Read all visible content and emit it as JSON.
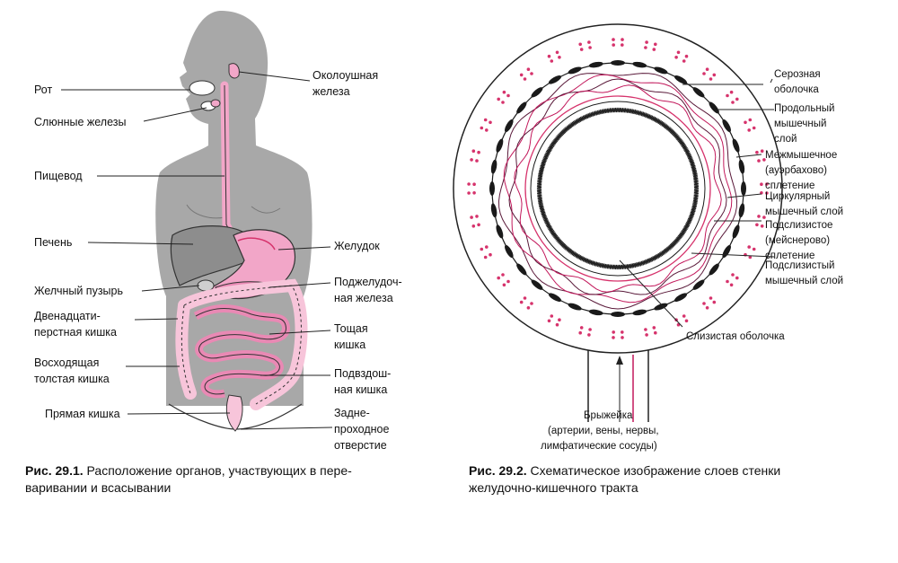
{
  "figure1": {
    "labels_left": [
      "Рот",
      "Слюнные железы",
      "Пищевод",
      "Печень",
      "Желчный пузырь",
      "Двенадцати-",
      "перстная кишка",
      "Восходящая",
      "толстая кишка",
      "Прямая кишка"
    ],
    "labels_right": [
      "Околоушная",
      "железа",
      "Желудок",
      "Поджелудоч-",
      "ная железа",
      "Тощая",
      "кишка",
      "Подвздош-",
      "ная кишка",
      "Задне-",
      "проходное",
      "отверстие"
    ],
    "caption_number": "Рис. 29.1.",
    "caption_text_1": "Расположение органов, участвующих в пере-",
    "caption_text_2": "варивании и всасывании"
  },
  "figure2": {
    "labels_right": [
      "Серозная",
      "оболочка",
      "Продольный",
      "мышечный",
      "слой",
      "Межмышечное",
      "(ауэрбахово)",
      "сплетение",
      "Циркулярный",
      "мышечный слой",
      "Подслизистое",
      "(мейснерово)",
      "сплетение",
      "Подслизистый",
      "мышечный слой"
    ],
    "label_mucosa": "Слизистая оболочка",
    "label_mesentery": [
      "Брыжейка",
      "(артерии, вены, нервы,",
      "лимфатические сосуды)"
    ],
    "caption_number": "Рис. 29.2.",
    "caption_text_1": "Схематическое изображение слоев стенки",
    "caption_text_2": "желудочно-кишечного тракта"
  },
  "colors": {
    "body": "#a8a8a8",
    "organ_pink": "#f2a6c8",
    "accent_pink": "#d6336c",
    "dark": "#1a1a1a"
  }
}
